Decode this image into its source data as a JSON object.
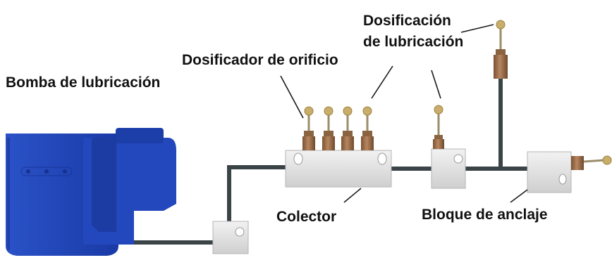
{
  "labels": {
    "pump": "Bomba de lubricación",
    "orifice_meter": "Dosificador de orificio",
    "lube_metering_line1": "Dosificación",
    "lube_metering_line2": "de lubricación",
    "manifold": "Colector",
    "anchor_block": "Bloque de anclaje"
  },
  "colors": {
    "pump_blue": "#1f45b8",
    "tube": "#3a4346",
    "block": "#e4e4e4",
    "brass": "#a0704a",
    "ball": "#c9ad6a"
  }
}
